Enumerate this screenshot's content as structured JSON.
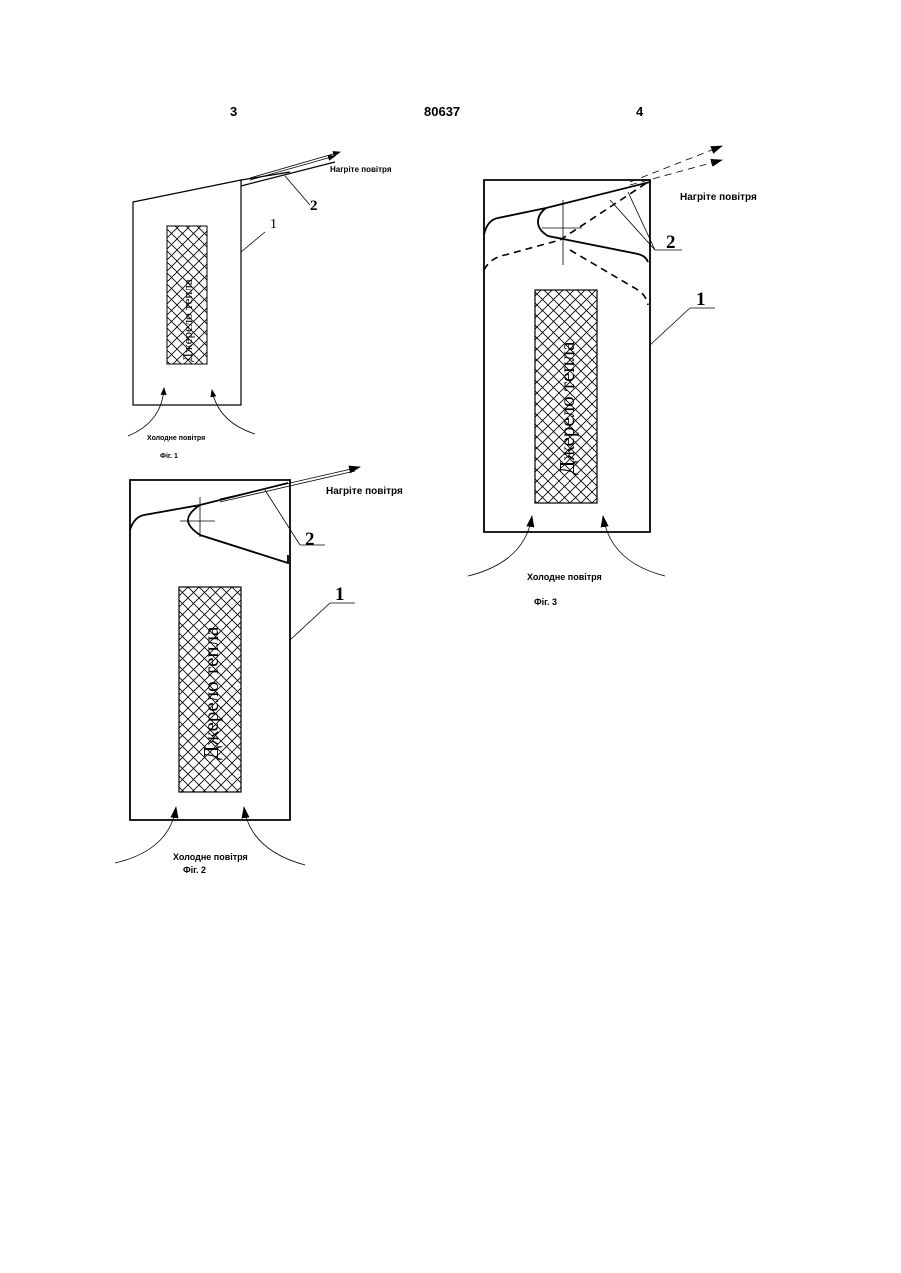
{
  "header": {
    "page_left": "3",
    "patent_number": "80637",
    "page_right": "4"
  },
  "common": {
    "heat_source": "Джерело тепла",
    "hot_air": "Нагріте повітря",
    "cold_air": "Холодне повітря",
    "ref_1": "1",
    "ref_2": "2"
  },
  "fig1": {
    "caption": "Фіг. 1"
  },
  "fig2": {
    "caption": "Фіг. 2"
  },
  "fig3": {
    "caption": "Фіг. 3"
  }
}
